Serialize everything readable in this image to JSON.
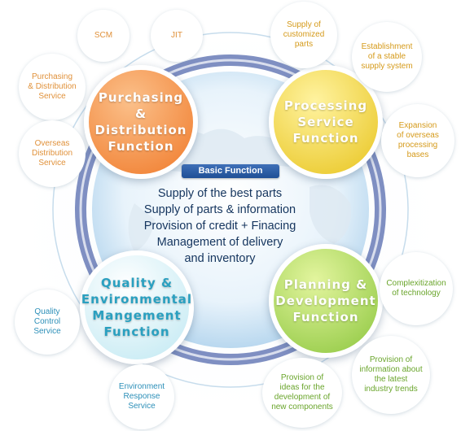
{
  "center": {
    "badge": "Basic Function",
    "text": "Supply of the best parts\nSupply of parts & information\nProvision of credit + Finacing\nManagement of delivery\nand inventory"
  },
  "functions": [
    {
      "label": "Purchasing\n& Distribution\nFunction",
      "color": "#f07a2a",
      "text_color": "#ffffff"
    },
    {
      "label": "Processing\nService\nFunction",
      "color": "#e8c41e",
      "text_color": "#ffffff"
    },
    {
      "label": "Quality &\nEnvironmental\nMangement\nFunction",
      "color": "#bfe8f2",
      "text_color": "#2aa0c0"
    },
    {
      "label": "Planning &\nDevelopment\nFunction",
      "color": "#8cc63e",
      "text_color": "#ffffff"
    }
  ],
  "services": [
    {
      "label": "SCM",
      "color": "#e0913a"
    },
    {
      "label": "JIT",
      "color": "#e0913a"
    },
    {
      "label": "Purchasing\n& Distribution\nService",
      "color": "#e0913a"
    },
    {
      "label": "Overseas\nDistribution\nService",
      "color": "#e0913a"
    },
    {
      "label": "Supply of\ncustomized\nparts",
      "color": "#d59a1a"
    },
    {
      "label": "Establishment\nof a stable\nsupply system",
      "color": "#d59a1a"
    },
    {
      "label": "Expansion\nof overseas\nprocessing\nbases",
      "color": "#d59a1a"
    },
    {
      "label": "Quality\nControl\nService",
      "color": "#2c8fb8"
    },
    {
      "label": "Environment\nResponse\nService",
      "color": "#2c8fb8"
    },
    {
      "label": "Complexitization\nof technology",
      "color": "#6aa52c"
    },
    {
      "label": "Provision of\ninformation about\nthe latest\nindustry trends",
      "color": "#6aa52c"
    },
    {
      "label": "Provision of\nideas for the\ndevelopment of\nnew components",
      "color": "#6aa52c"
    }
  ]
}
